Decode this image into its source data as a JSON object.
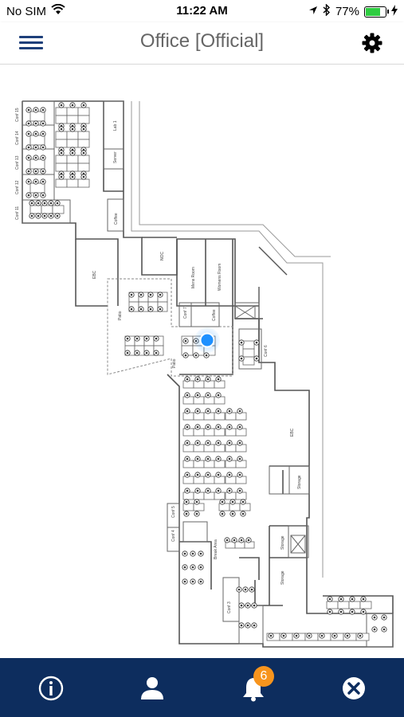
{
  "status_bar": {
    "carrier": "No SIM",
    "time": "11:22 AM",
    "battery_percent": "77%",
    "battery_level": 0.77
  },
  "nav": {
    "title": "Office [Official]"
  },
  "map": {
    "room_labels": {
      "conf15": "Conf 15",
      "conf14": "Conf 14",
      "conf13": "Conf 13",
      "conf12": "Conf 12",
      "conf11": "Conf 11",
      "lab1": "Lab 1",
      "server": "Server",
      "coffee_top": "Coffee",
      "ebc_left": "EBC",
      "noc": "NOC",
      "mens": "Mens Room",
      "womens": "Womens Room",
      "patio_top": "Patio",
      "patio_bottom": "Patio",
      "conf7": "Conf 7",
      "coffee_mid": "Coffee",
      "conf6": "Conf 6",
      "ebc_right": "EBC",
      "storage_right": "Storage",
      "storage_mid1": "Storage",
      "storage_mid2": "Storage",
      "conf5": "Conf 5",
      "conf4": "Conf 4",
      "break_area": "Break Area",
      "conf3": "Conf 3"
    }
  },
  "tab_bar": {
    "notification_count": "6"
  },
  "colors": {
    "navy": "#0d2d5e",
    "badge": "#f7941d",
    "location": "#1e90ff"
  }
}
